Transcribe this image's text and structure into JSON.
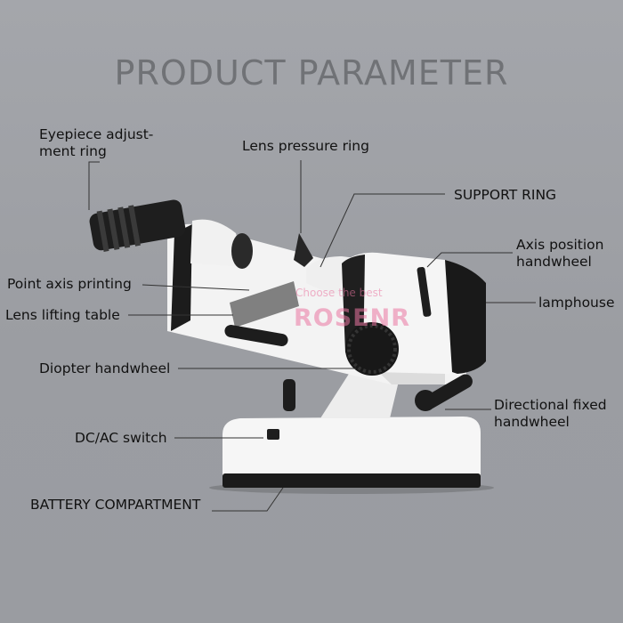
{
  "title": "PRODUCT PARAMETER",
  "labels": {
    "eyepiece": "Eyepiece adjust-ment ring",
    "lens_pressure": "Lens pressure ring",
    "support_ring": "SUPPORT RING",
    "axis_position": "Axis position handwheel",
    "point_axis": "Point axis printing",
    "lamphouse": "lamphouse",
    "lens_lifting": "Lens lifting table",
    "diopter": "Diopter handwheel",
    "directional": "Directional fixed handwheel",
    "dcac": "DC/AC switch",
    "battery": "BATTERY COMPARTMENT"
  },
  "watermark": {
    "tagline": "Choose the best",
    "brand": "ROSENR"
  },
  "colors": {
    "background": "#a0a2a7",
    "title": "#707276",
    "body_white": "#f4f4f4",
    "body_dark": "#1c1c1c",
    "watermark": "#e974a0"
  }
}
